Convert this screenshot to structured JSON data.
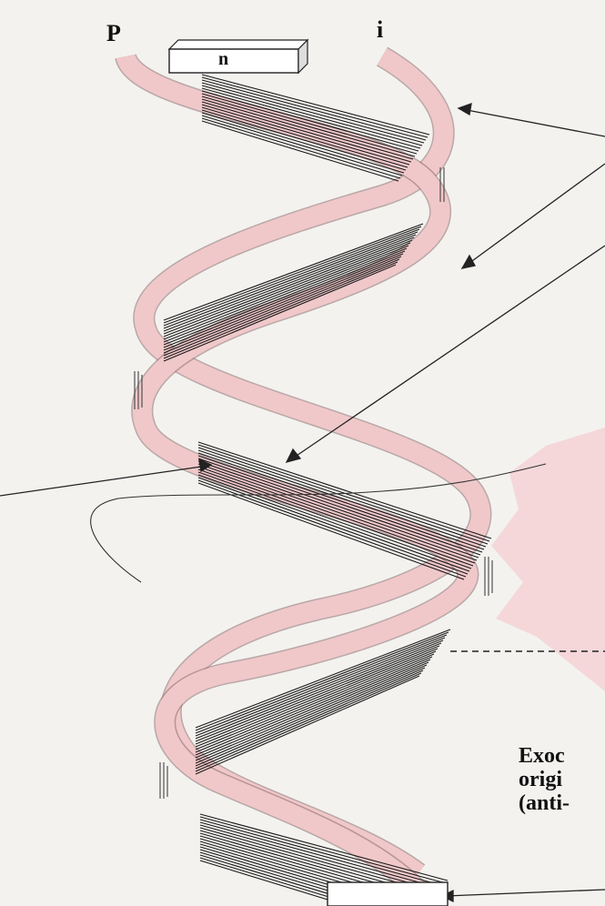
{
  "labels": {
    "strand_left": "P",
    "strand_right": "i",
    "box_top": "n"
  },
  "caption": {
    "line1": "Exoc",
    "line2": "origi",
    "line3": "(anti-"
  },
  "colors": {
    "ribbon": "#f0c8c9",
    "ribbon_edge": "#8a6a6c",
    "lines": "#1a1a1a",
    "pink_shape": "#f5d2d5",
    "background": "#f3f2ef"
  }
}
